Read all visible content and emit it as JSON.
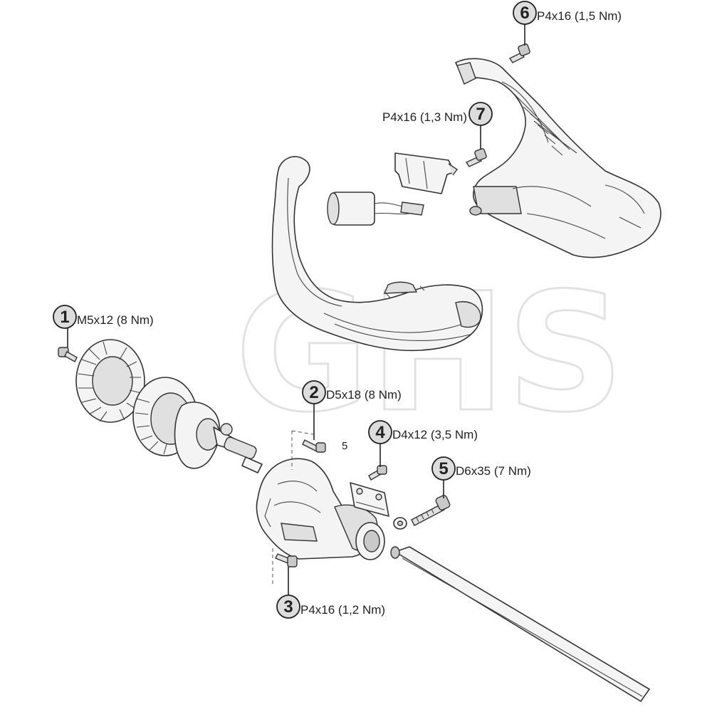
{
  "watermark": "GHS",
  "reference_label": "5",
  "callouts": [
    {
      "num": "1",
      "spec": "M5x12 (8 Nm)"
    },
    {
      "num": "2",
      "spec": "D5x18 (8 Nm)"
    },
    {
      "num": "3",
      "spec": "P4x16 (1,2 Nm)"
    },
    {
      "num": "4",
      "spec": "D4x12 (3,5 Nm)"
    },
    {
      "num": "5",
      "spec": "D6x35 (7 Nm)"
    },
    {
      "num": "6",
      "spec": "P4x16 (1,5 Nm)"
    },
    {
      "num": "7",
      "spec": "P4x16 (1,3 Nm)"
    }
  ]
}
